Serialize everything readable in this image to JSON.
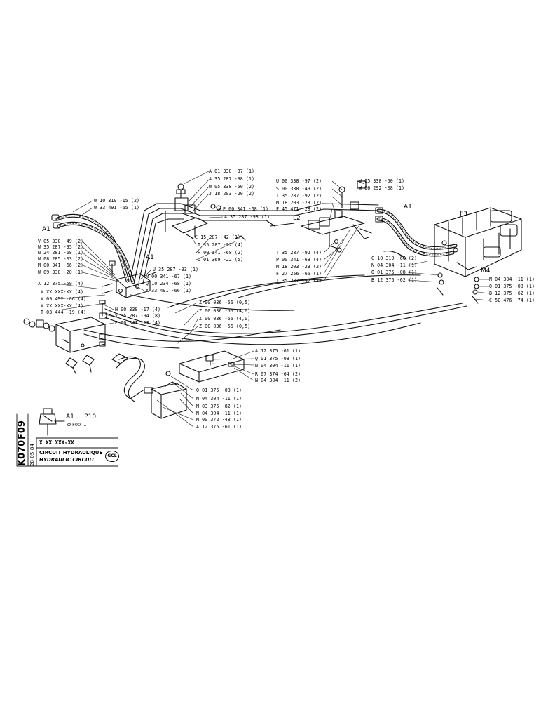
{
  "title_block": {
    "sheet_code_1": "F09",
    "sheet_code_2": "K070",
    "date": "28-05-84",
    "ref": "X XX XXX-XX",
    "title_fr": "CIRCUIT HYDRAULIQUE",
    "title_en": "HYDRAULIC CIRCUIT",
    "logo": "GCL"
  },
  "legend": {
    "range": "A1 ... P10,",
    "sub": "Ø F00 ..."
  },
  "markers": {
    "a1_left": "A1",
    "a1_mid": "A1",
    "a1_right": "A1",
    "l2": "L2",
    "f3": "F3",
    "m4": "M4"
  },
  "parts": {
    "upper_center": [
      "A 01 338 -37 (1)",
      "A 35 287 -98 (1)",
      "W 05 338 -50 (2)",
      "J 18 203 -20 (2)",
      "P 00 341 -68 (1)",
      "A 35 287 -98 (1)",
      "C 15 287 -42 (1)",
      "T 35 287 -92 (4)",
      "P 00 341 -68 (2)",
      "D 01 369 -22 (5)"
    ],
    "upper_left_a": [
      "W 10 319 -15 (2)",
      "W 33 491 -65 (1)"
    ],
    "left_col": [
      "V 05 338 -49 (2)",
      "W 35 287 -95 (2)",
      "N 24 281 -68 (1)",
      "W 08 285 -03 (2)",
      "M 00 341 -66 (2)",
      "W 09 338 -20 (1)",
      "X 12 375 -59 (4)",
      "X XX XXX-XX (4)",
      "X 09 452 -06 (4)",
      "X XX XXX-XX (4)",
      "T 03 444 -19 (4)"
    ],
    "left_mid": [
      "U 35 287 -93 (1)",
      "N 00 341 -67 (1)",
      "Q 10 234 -68 (1)",
      "X 33 491 -66 (1)"
    ],
    "center_low": [
      "H 00 338 -17 (4)",
      "V 35 287 -94 (8)",
      "E 00 341 -13 (4)"
    ],
    "z_col": [
      "Z 00 036 -56 (0,5)",
      "Z 00 036 -56 (4,0)",
      "Z 00 036 -56 (4,0)",
      "Z 00 036 -56 (0,5)"
    ],
    "upper_right": [
      "U 00 338 -97 (2)",
      "S 00 338 -49 (2)",
      "T 35 287 -92 (2)",
      "M 18 203 -23 (2)",
      "F 45 471 -28 (2)"
    ],
    "upper_right_b": [
      "W 05 338 -50 (1)",
      "W 06 292 -08 (1)"
    ],
    "center_right": [
      "T 35 287 -92 (4)",
      "P 00 341 -68 (4)",
      "M 18 203 -23 (2)",
      "F 27 256 -66 (1)",
      "T 35 287 -92 (1)"
    ],
    "right_mid": [
      "C 10 319 -66 (2)",
      "N 04 304 -11 (1)",
      "Q 01 375 -08 (1)",
      "B 12 375 -62 (1)"
    ],
    "far_right": [
      "N 04 304 -11 (1)",
      "Q 01 375 -08 (1)",
      "B 12 375 -62 (1)",
      "C 50 476 -74 (1)"
    ],
    "lower_right_a": [
      "A 12 375 -61 (1)",
      "Q 01 375 -08 (1)",
      "N 04 304 -11 (1)",
      "R 07 374 -64 (2)",
      "N 04 304 -11 (2)"
    ],
    "lower_mid": [
      "Q 01 375 -08 (1)",
      "N 04 304 -11 (1)",
      "M 03 375 -82 (1)",
      "N 04 304 -11 (1)",
      "M 00 372 -48 (1)",
      "A 12 375 -61 (1)"
    ]
  }
}
